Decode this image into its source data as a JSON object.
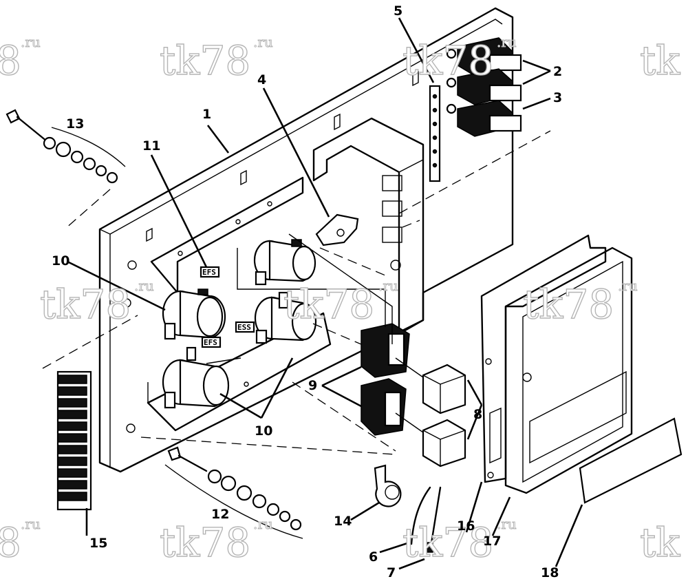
{
  "callouts": {
    "c1": "1",
    "c2": "2",
    "c3": "3",
    "c4": "4",
    "c5": "5",
    "c6": "6",
    "c7": "7",
    "c8": "8",
    "c9": "9",
    "c10a": "10",
    "c10b": "10",
    "c11": "11",
    "c12": "12",
    "c13": "13",
    "c14": "14",
    "c15": "15",
    "c16": "16",
    "c17": "17",
    "c18": "18"
  },
  "relay_tags": {
    "efs_top": "EFS",
    "efs_bottom": "EFS",
    "ess": "ESS"
  },
  "watermark": {
    "main": "tk78",
    "suffix": ".ru",
    "edge_left": "8",
    "edge_right": "tk"
  },
  "colors": {
    "line": "#000000",
    "watermark": "#b5b5b5",
    "background": "#ffffff"
  }
}
